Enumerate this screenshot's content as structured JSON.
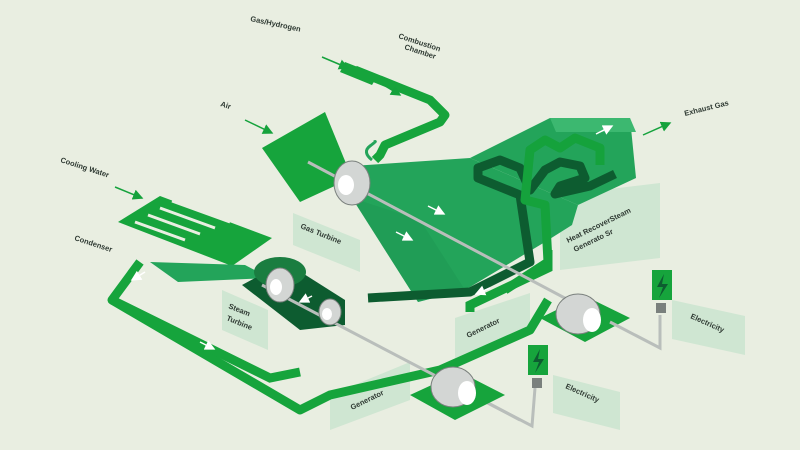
{
  "labels": {
    "gas_hydrogen": "Gas/Hydrogen",
    "combustion_chamber_line1": "Combustion",
    "combustion_chamber_line2": "Chamber",
    "air": "Air",
    "exhaust_gas": "Exhaust Gas",
    "cooling_water": "Cooling Water",
    "condenser": "Condenser",
    "gas_turbine": "Gas Turbine",
    "heat_recovery_line1": "Heat RecoverSteam",
    "heat_recovery_line2": "Generato Sr",
    "steam_turbine_line1": "Steam",
    "steam_turbine_line2": "Turbine",
    "generator_upper": "Generator",
    "generator_lower": "Generator",
    "electricity_upper": "Electricity",
    "electricity_lower": "Electricity"
  },
  "colors": {
    "background": "#e9eee1",
    "green_bright": "#15a23c",
    "green_mid": "#23a45a",
    "green_dark": "#0d5c30",
    "green_pale": "#cfe6d2",
    "shaft_gray": "#b9bebb"
  },
  "icons": [
    "arrow-icon",
    "lightning-icon",
    "turbine-icon",
    "generator-icon"
  ]
}
